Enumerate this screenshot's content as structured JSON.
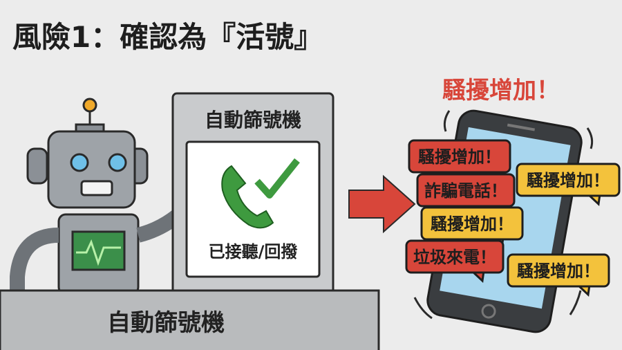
{
  "title": "風險1：確認為『活號』",
  "headline": "騷擾增加！",
  "machine": {
    "label": "自動篩號機",
    "status": "已接聽/回撥",
    "icon": "phone-check-icon"
  },
  "desk_label": "自動篩號機",
  "bubbles": [
    {
      "text": "騷擾增加！",
      "color": "#d8463a"
    },
    {
      "text": "詐騙電話！",
      "color": "#d8463a"
    },
    {
      "text": "騷擾增加！",
      "color": "#f3c23c"
    },
    {
      "text": "騷擾增加！",
      "color": "#f3c23c"
    },
    {
      "text": "垃圾來電！",
      "color": "#d8463a"
    },
    {
      "text": "騷擾增加！",
      "color": "#f3c23c"
    }
  ],
  "colors": {
    "red": "#d8463a",
    "yellow": "#f3c23c",
    "green": "#3e9a3f",
    "background": "#ececec"
  }
}
